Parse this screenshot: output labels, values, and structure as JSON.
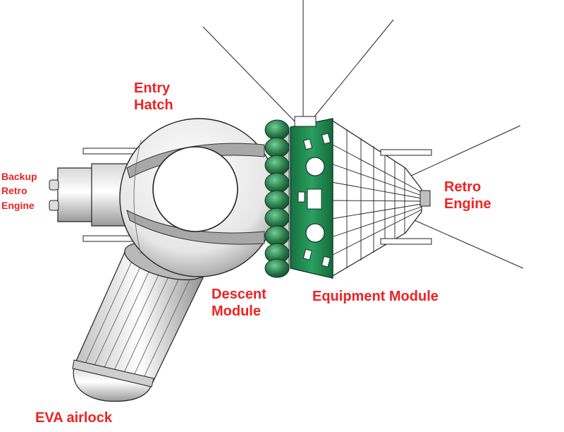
{
  "diagram": {
    "colors": {
      "label": "#ee2222",
      "equipment_band": "#1f8a4c",
      "descent_ring": "#2a7a4a",
      "metal_light": "#f4f4f4",
      "metal_shade": "#9a9a9a",
      "outline": "#222222"
    },
    "labels": {
      "entry_hatch": [
        "Entry",
        "Hatch"
      ],
      "backup_retro_engine": [
        "Backup",
        "Retro",
        "Engine"
      ],
      "retro_engine": [
        "Retro",
        "Engine"
      ],
      "descent_module": [
        "Descent",
        "Module"
      ],
      "equipment_module": "Equipment Module",
      "eva_airlock": "EVA airlock"
    }
  }
}
